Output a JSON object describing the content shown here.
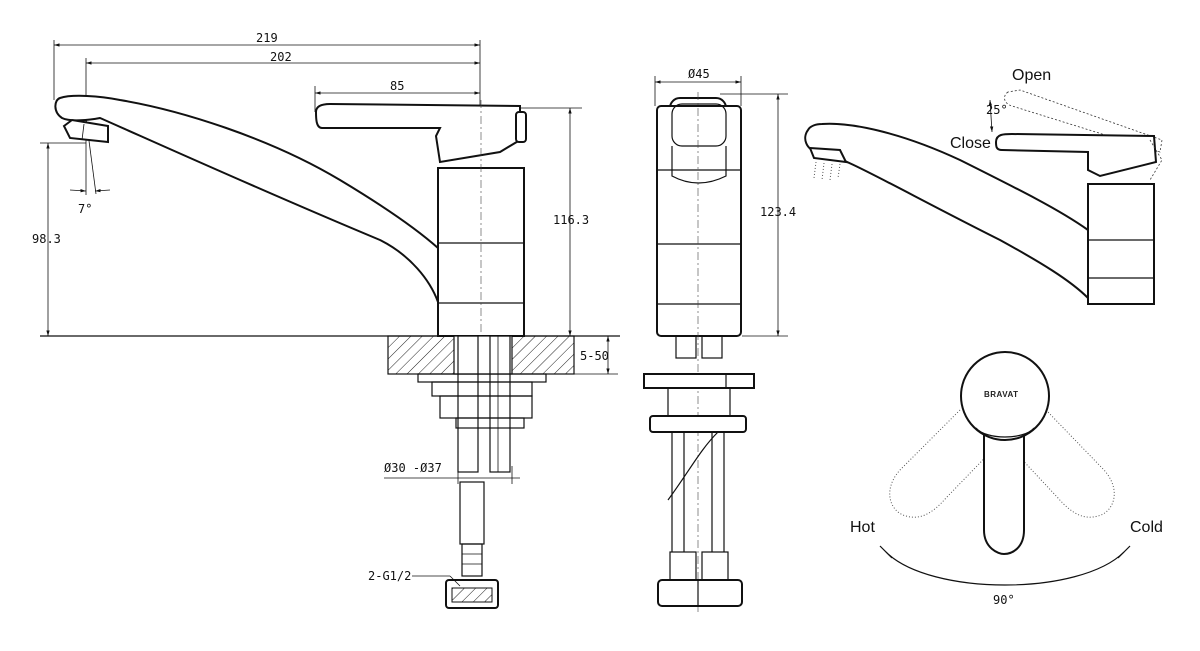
{
  "dimensions": {
    "overall_length": "219",
    "spout_reach": "202",
    "handle_length": "85",
    "body_height": "116.3",
    "spout_height": "98.3",
    "spout_angle": "7°",
    "diameter": "Ø45",
    "total_height": "123.4",
    "counter_thickness": "5-50",
    "hole_diameter": "Ø30 -Ø37",
    "connection": "2-G1/2"
  },
  "handle_angles": {
    "lift_angle": "25°",
    "rotation_angle": "90°"
  },
  "labels": {
    "open": "Open",
    "close": "Close",
    "hot": "Hot",
    "cold": "Cold"
  },
  "brand": "BRAVAT"
}
